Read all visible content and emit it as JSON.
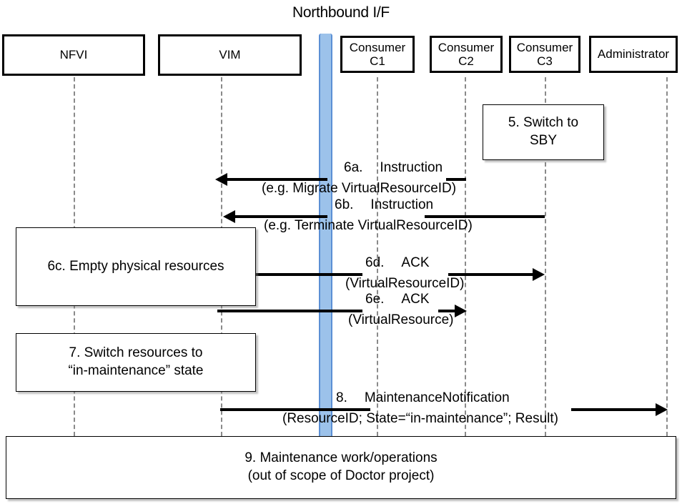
{
  "diagram": {
    "title": "Northbound I/F",
    "type": "sequence-diagram"
  },
  "actors": [
    {
      "id": "nfvi",
      "label": "NFVI",
      "label2": ""
    },
    {
      "id": "vim",
      "label": "VIM",
      "label2": ""
    },
    {
      "id": "c1",
      "label": "Consumer",
      "label2": "C1"
    },
    {
      "id": "c2",
      "label": "Consumer",
      "label2": "C2"
    },
    {
      "id": "c3",
      "label": "Consumer",
      "label2": "C3"
    },
    {
      "id": "admin",
      "label": "Administrator",
      "label2": ""
    }
  ],
  "process_boxes": [
    {
      "id": "step5",
      "line1": "5. Switch to",
      "line2": "SBY"
    },
    {
      "id": "step6c",
      "line1": "6c. Empty physical resources",
      "line2": ""
    },
    {
      "id": "step7",
      "line1": "7. Switch resources to",
      "line2": "“in-maintenance” state"
    },
    {
      "id": "step9",
      "line1": "9. Maintenance work/operations",
      "line2": "(out of scope of Doctor project)"
    }
  ],
  "messages": [
    {
      "id": "6a",
      "number": "6a.",
      "name": "Instruction",
      "detail": "(e.g. Migrate VirtualResourceID)",
      "from": "c2",
      "to": "vim",
      "direction": "left"
    },
    {
      "id": "6b",
      "number": "6b.",
      "name": "Instruction",
      "detail": "(e.g. Terminate VirtualResourceID)",
      "from": "c3",
      "to": "vim",
      "direction": "left"
    },
    {
      "id": "6d",
      "number": "6d.",
      "name": "ACK",
      "detail": "(VirtualResourceID)",
      "from": "vim",
      "to": "c3",
      "direction": "right"
    },
    {
      "id": "6e",
      "number": "6e.",
      "name": "ACK",
      "detail": "(VirtualResource)",
      "from": "vim",
      "to": "c2",
      "direction": "right"
    },
    {
      "id": "8",
      "number": "8.",
      "name": "MaintenanceNotification",
      "detail": "(ResourceID; State=“in-maintenance”; Result)",
      "from": "vim",
      "to": "admin",
      "direction": "right"
    }
  ],
  "colors": {
    "northbound_bar_fill": "#9CC2EA",
    "northbound_bar_edge": "#5B8FD4",
    "line": "#000000",
    "lifeline": "#8A8A8A",
    "background": "#FFFFFF"
  }
}
